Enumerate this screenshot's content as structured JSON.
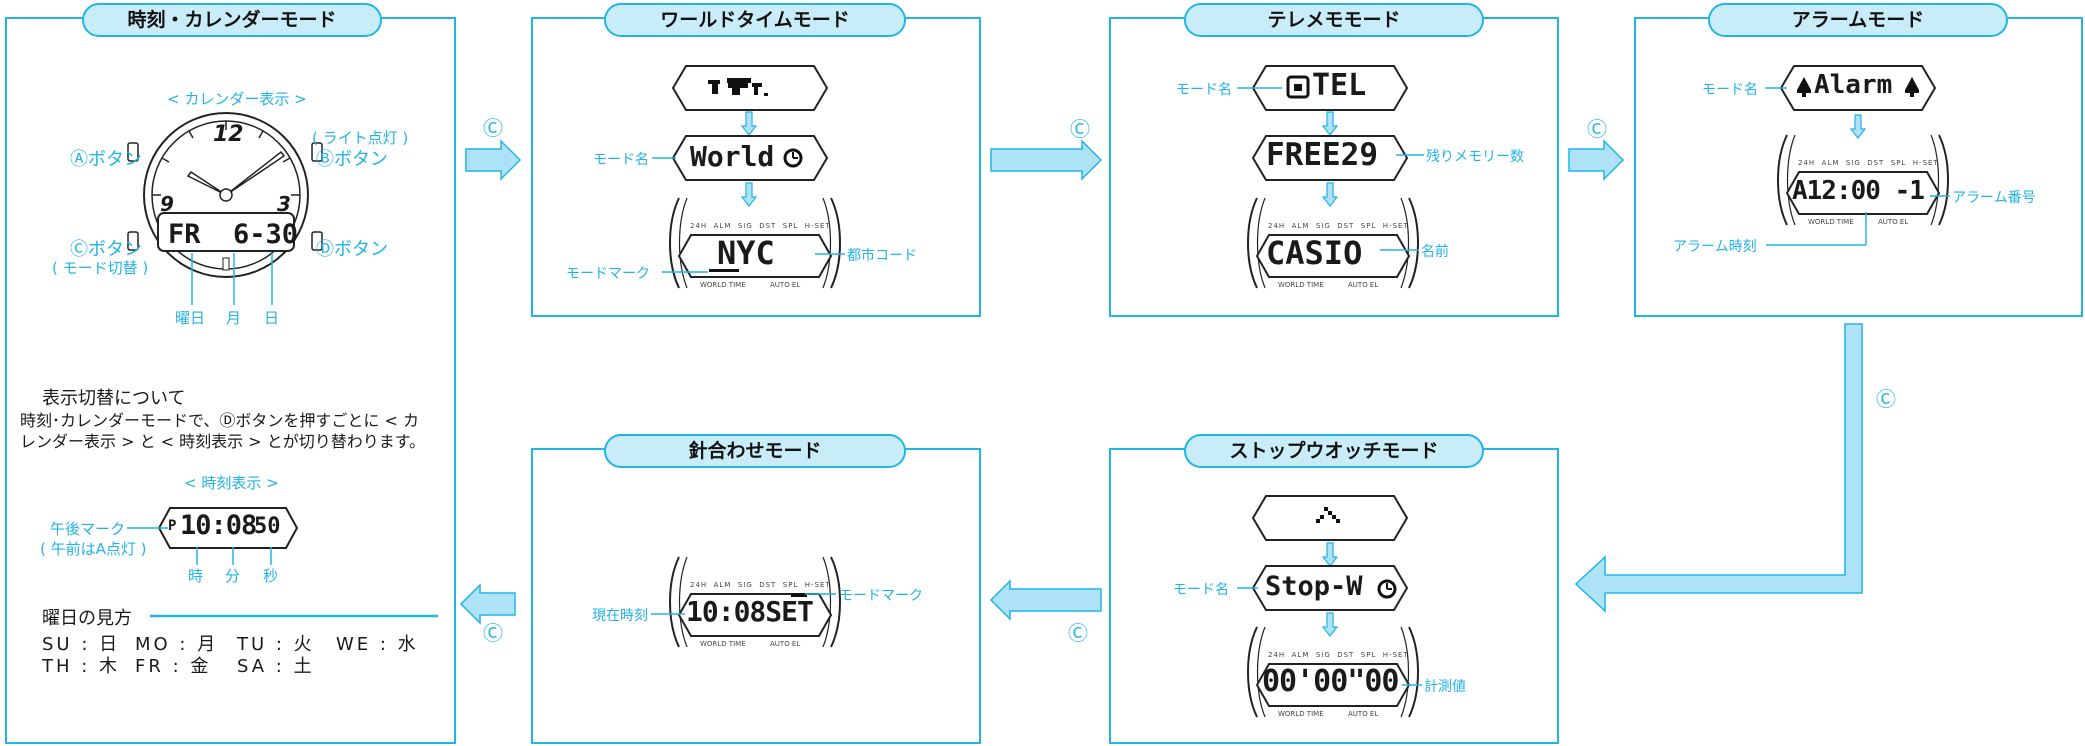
{
  "panels": {
    "timekeeping": {
      "title": "時刻・カレンダーモード",
      "calendar_caption": "< カレンダー表示 >",
      "button_a": "Ⓐボタン",
      "button_b_note": "( ライト点灯 )",
      "button_b": "Ⓑボタン",
      "button_c": "Ⓒボタン",
      "button_c_note": "( モード切替 )",
      "button_d": "Ⓓボタン",
      "lcd_calendar": "FR  6-30",
      "dial_12": "12",
      "dial_9": "9",
      "dial_3": "3",
      "label_dow": "曜日",
      "label_month": "月",
      "label_day": "日",
      "switch_heading": "表示切替について",
      "switch_text_1": "時刻･カレンダーモードで、Ⓓボタンを押すごとに < カ",
      "switch_text_2": "レンダー表示 > と < 時刻表示 > とが切り替わります。",
      "time_caption": "< 時刻表示 >",
      "pm_label": "午後マーク",
      "pm_note": "( 午前はA点灯 )",
      "lcd_time": "10:08",
      "lcd_seconds": "50",
      "lcd_pm": "P",
      "label_hour": "時",
      "label_minute": "分",
      "label_second": "秒",
      "dow_heading": "曜日の見方",
      "dow_row1": [
        "SU : 日",
        "MO : 月",
        "TU : 火",
        "WE : 水"
      ],
      "dow_row2": [
        "TH : 木",
        "FR : 金",
        "SA : 土"
      ]
    },
    "world_time": {
      "title": "ワールドタイムモード",
      "lcd_name": "World",
      "lcd_city": "NYC",
      "label_mode_name": "モード名",
      "label_mode_mark": "モードマーク",
      "label_city_code": "都市コード"
    },
    "telememo": {
      "title": "テレメモモード",
      "lcd_name": "TEL",
      "lcd_free": "FREE29",
      "lcd_name_value": "CASIO",
      "label_mode_name": "モード名",
      "label_remaining": "残りメモリー数",
      "label_name": "名前"
    },
    "alarm": {
      "title": "アラームモード",
      "lcd_name": "Alarm",
      "lcd_value": "A12:00 -1",
      "label_mode_name": "モード名",
      "label_alarm_number": "アラーム番号",
      "label_alarm_time": "アラーム時刻"
    },
    "stopwatch": {
      "title": "ストップウオッチモード",
      "lcd_name": "Stop-W",
      "lcd_value": "00'00\"00",
      "label_mode_name": "モード名",
      "label_measured": "計測値"
    },
    "hand_setting": {
      "title": "針合わせモード",
      "lcd_value": "10:08SET",
      "label_current_time": "現在時刻",
      "label_mode_mark": "モードマーク"
    }
  },
  "lcd_indicators": {
    "top": [
      "24H",
      "ALM",
      "SIG",
      "DST",
      "SPL",
      "H-SET"
    ],
    "bottom_left": "WORLD TIME",
    "bottom_right": "AUTO EL"
  },
  "arrows": {
    "c_label": "Ⓒ"
  },
  "colors": {
    "accent": "#22b4e6",
    "title_fill": "#c9ecf9",
    "arrow_fill": "#aee3f7"
  }
}
